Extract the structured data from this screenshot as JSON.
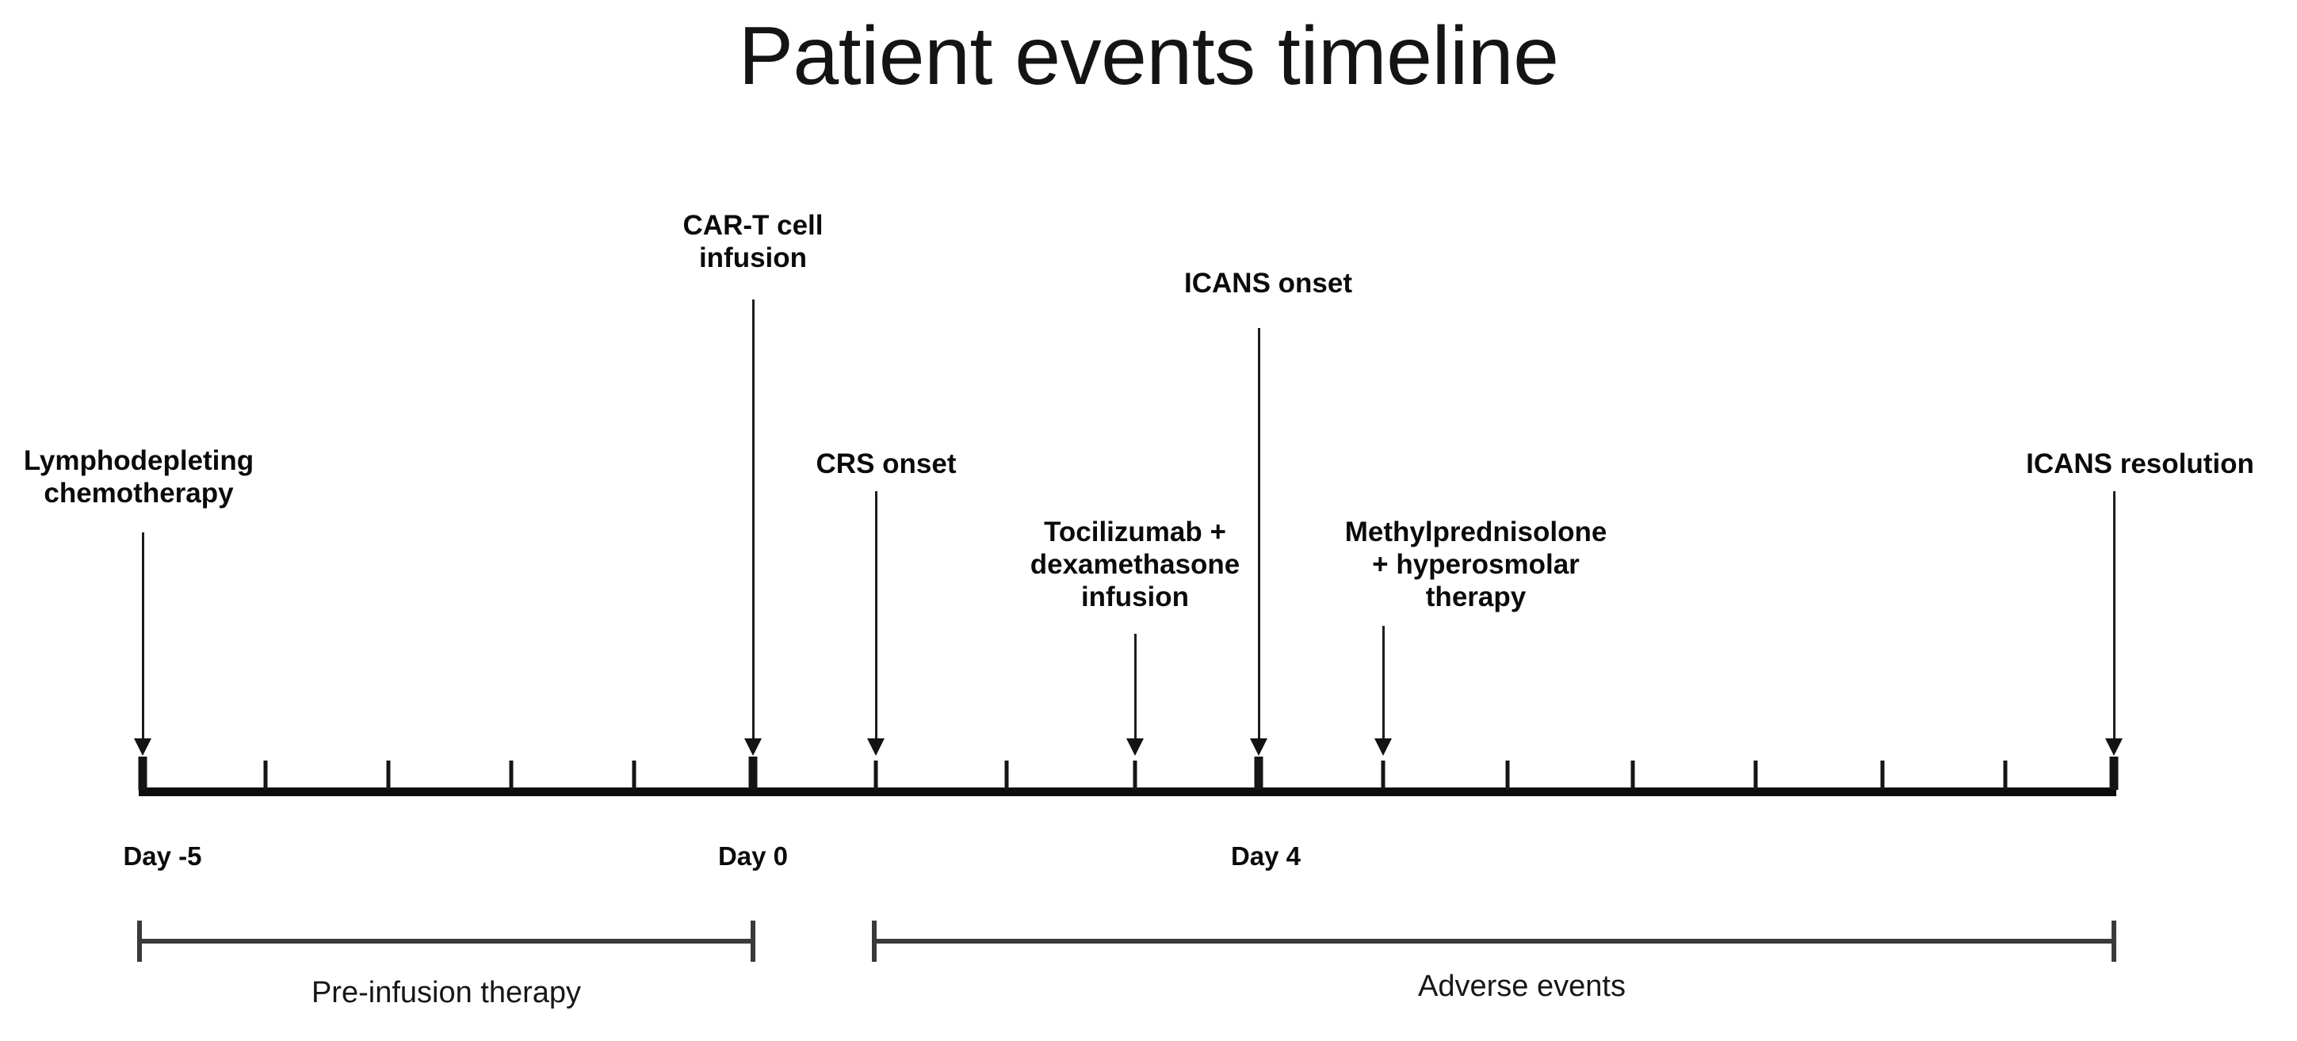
{
  "figure": {
    "title": "Patient events timeline",
    "type": "timeline"
  },
  "chart_data": {
    "type": "timeline",
    "title": "Patient events timeline",
    "xlabel": "",
    "ylabel": "",
    "axis": {
      "tick_count": 17,
      "day_range": [
        -5,
        11
      ],
      "labeled_ticks": [
        {
          "index": 0,
          "label": "Day -5",
          "day": -5,
          "emphasis": "major"
        },
        {
          "index": 5,
          "label": "Day 0",
          "day": 0,
          "emphasis": "major"
        },
        {
          "index": 9,
          "label": "Day 4",
          "day": 4,
          "emphasis": "major"
        }
      ]
    },
    "events": [
      {
        "name": "lymphodepleting-chemotherapy",
        "label": "Lymphodepleting\nchemotherapy",
        "tick": 0,
        "day": -5
      },
      {
        "name": "car-t-cell-infusion",
        "label": "CAR-T cell\ninfusion",
        "tick": 5,
        "day": 0
      },
      {
        "name": "crs-onset",
        "label": "CRS onset",
        "tick": 6,
        "day": 1
      },
      {
        "name": "tocilizumab-dexamethasone-infusion",
        "label": "Tocilizumab +\ndexamethasone\ninfusion",
        "tick": 8,
        "day": 3
      },
      {
        "name": "icans-onset",
        "label": "ICANS onset",
        "tick": 9,
        "day": 4
      },
      {
        "name": "methylprednisolone-hyperosmolar-therapy",
        "label": "Methylprednisolone\n+ hyperosmolar\ntherapy",
        "tick": 10,
        "day": 5
      },
      {
        "name": "icans-resolution",
        "label": "ICANS resolution",
        "tick": 16,
        "day": 11
      }
    ],
    "phases": [
      {
        "name": "pre-infusion-therapy",
        "label": "Pre-infusion therapy",
        "start_tick": 0,
        "end_tick": 5
      },
      {
        "name": "adverse-events",
        "label": "Adverse events",
        "start_tick": 6,
        "end_tick": 16
      }
    ],
    "colors": {
      "background": "#ffffff",
      "axis": "#0d0d0d",
      "text": "#0b0b0b",
      "title": "#141414",
      "bracket": "#3a3a3a"
    }
  }
}
